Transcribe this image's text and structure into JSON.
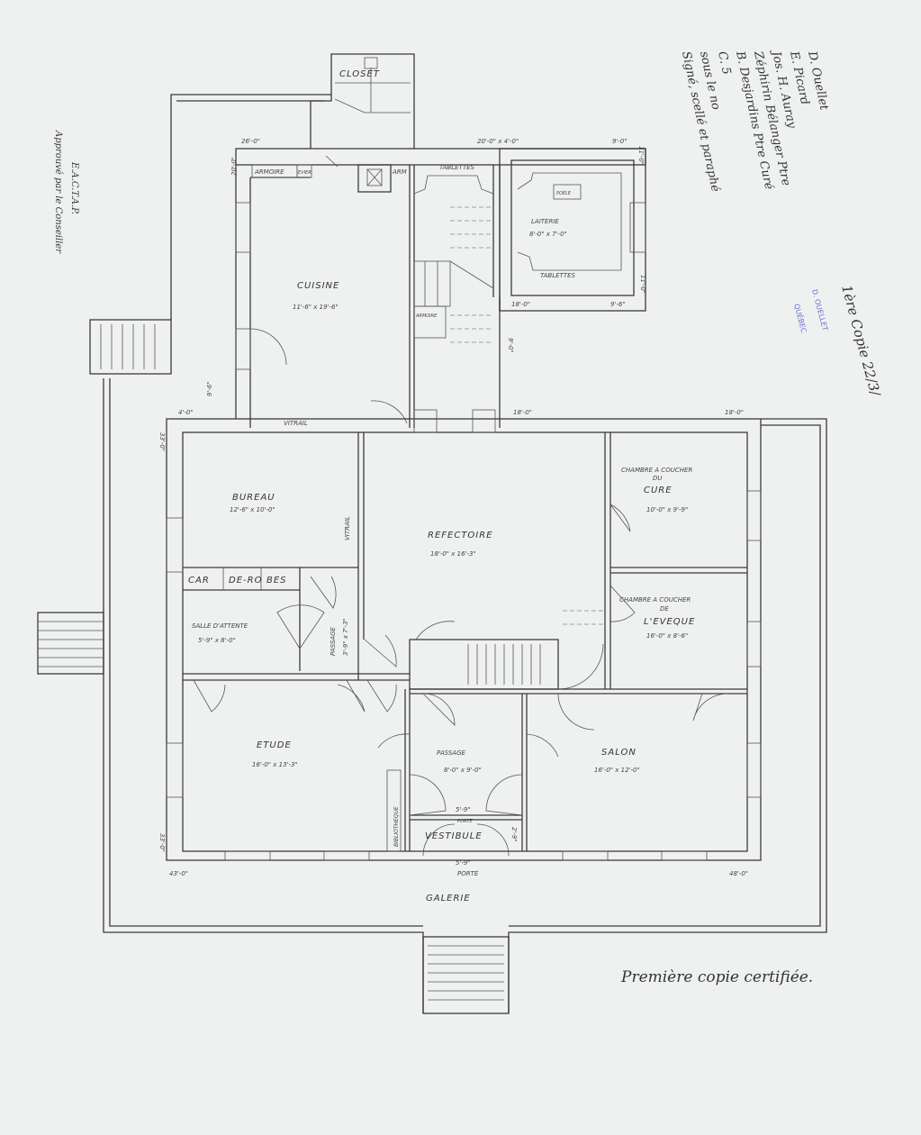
{
  "rooms": {
    "closet": "CLOSET",
    "armoire": "ARMOIRE",
    "evier": "EVIER",
    "arm": "ARM",
    "tablettes_top": "TABLETTES",
    "tablettes_bottom": "TABLETTES",
    "poele": "POELE",
    "laiterie": "LAITERIE",
    "laiterie_dim": "8'-0\" x 7'-0\"",
    "armoire2": "ARMOIRE",
    "cuisine": "CUISINE",
    "cuisine_dim": "11'-6\" x 19'-6\"",
    "vitrail_top": "VITRAIL",
    "vitrail_side": "VITRAIL",
    "bureau": "BUREAU",
    "bureau_dim": "12'-6\" x 10'-0\"",
    "refectoire": "REFECTOIRE",
    "refectoire_dim": "18'-0\" x 16'-3\"",
    "chambre_cure_1": "CHAMBRE A COUCHER",
    "chambre_cure_2": "DU",
    "chambre_cure_3": "CURE",
    "chambre_cure_dim": "10'-0\" x 9'-9\"",
    "garderobes": [
      "CAR",
      "DE-RO",
      "BES"
    ],
    "salle_attente": "SALLE D'ATTENTE",
    "salle_attente_dim": "5'-9\" x 8'-0\"",
    "passage_small": "PASSAGE",
    "passage_small_dim": "3'-9\" x 7'-3\"",
    "chambre_eveque_1": "CHAMBRE A COUCHER",
    "chambre_eveque_2": "DE",
    "chambre_eveque_3": "L'EVEQUE",
    "chambre_eveque_dim": "16'-0\" x 8'-6\"",
    "etude": "ETUDE",
    "etude_dim": "16'-0\" x 13'-3\"",
    "passage": "PASSAGE",
    "passage_dim": "8'-0\" x 9'-0\"",
    "salon": "SALON",
    "salon_dim": "16'-0\" x 12'-0\"",
    "bibliotheque": "BIBLIOTHEQUE",
    "porte_inner": "PORTE",
    "vestibule": "VESTIBULE",
    "porte": "PORTE",
    "galerie": "GALERIE"
  },
  "dimensions": {
    "d1": "26'-0\"",
    "d2": "20'-0\"",
    "d3": "20'-0\" x 4'-0\"",
    "d4": "9'-0\"",
    "d5": "11'-0\"",
    "d6": "18'-0\"",
    "d7": "9'-6\"",
    "d8": "11'-0\"",
    "d9": "9'-0\"",
    "d10": "18'-0\"",
    "d11": "4'-0\"",
    "d12": "18'-0\"",
    "d13": "33'-0\"",
    "d14": "43'-0\"",
    "d15": "48'-0\"",
    "d16": "33'-0\"",
    "d17": "5'-9\"",
    "d18": "5'-9\"",
    "d19": "2'-9\""
  },
  "annotations": {
    "signatures": [
      "Signé, scellé et paraphé",
      "sous le no",
      "C. 5",
      "B. Desjardins Ptre Curé",
      "Zéphirin Bélanger Ptre",
      "Jos. H. Auray",
      "E. Picard",
      "D. Ouellet"
    ],
    "left_note": [
      "Approuvé par le Conseiller",
      "E.A.C.T.A.P."
    ],
    "copy_note": "1ère Copie 22/3/",
    "stamp": [
      "D. OUELLET",
      "QUÉBEC"
    ],
    "certified": "Première copie certifiée."
  }
}
